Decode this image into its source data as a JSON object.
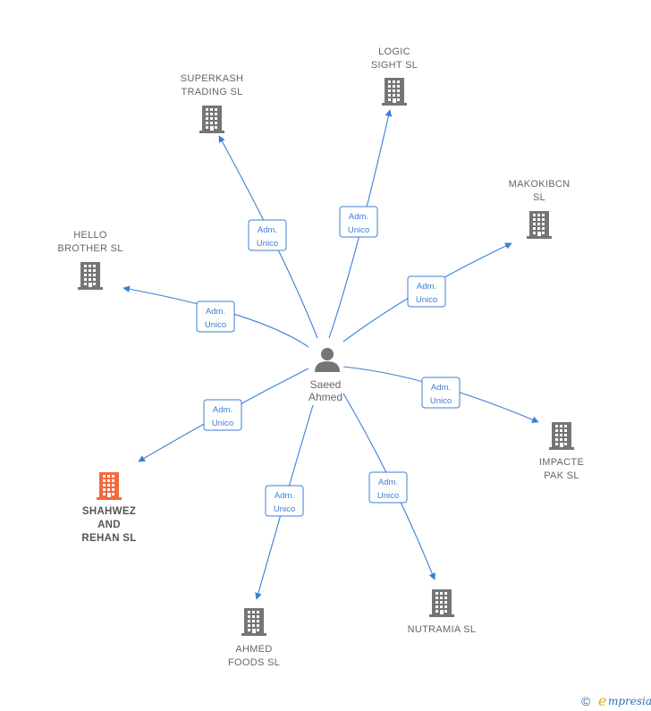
{
  "center": {
    "name_lines": [
      "Saeed",
      "Ahmed"
    ],
    "icon": "person-icon"
  },
  "companies": [
    {
      "id": "logic-sight",
      "lines": [
        "LOGIC",
        "SIGHT  SL"
      ],
      "role": [
        "Adm.",
        "Unico"
      ],
      "highlight": false
    },
    {
      "id": "superkash-trading",
      "lines": [
        "SUPERKASH",
        "TRADING  SL"
      ],
      "role": [
        "Adm.",
        "Unico"
      ],
      "highlight": false
    },
    {
      "id": "makokibcn",
      "lines": [
        "MAKOKIBCN",
        "SL"
      ],
      "role": [
        "Adm.",
        "Unico"
      ],
      "highlight": false
    },
    {
      "id": "hello-brother",
      "lines": [
        "HELLO",
        "BROTHER  SL"
      ],
      "role": [
        "Adm.",
        "Unico"
      ],
      "highlight": false
    },
    {
      "id": "impacte-pak",
      "lines": [
        "IMPACTE",
        "PAK  SL"
      ],
      "role": [
        "Adm.",
        "Unico"
      ],
      "highlight": false
    },
    {
      "id": "shahwez-and-rehan",
      "lines": [
        "SHAHWEZ",
        "AND",
        "REHAN  SL"
      ],
      "role": [
        "Adm.",
        "Unico"
      ],
      "highlight": true
    },
    {
      "id": "nutramia",
      "lines": [
        "NUTRAMIA  SL"
      ],
      "role": [
        "Adm.",
        "Unico"
      ],
      "highlight": false
    },
    {
      "id": "ahmed-foods",
      "lines": [
        "AHMED",
        "FOODS  SL"
      ],
      "role": [
        "Adm.",
        "Unico"
      ],
      "highlight": false
    }
  ],
  "colors": {
    "edge": "#3a7fd5",
    "building": "#757575",
    "building_highlight": "#f26a3d",
    "person": "#757575"
  },
  "watermark": {
    "copyright": "©",
    "brand_initial": "e",
    "brand_rest": "mpresia"
  }
}
